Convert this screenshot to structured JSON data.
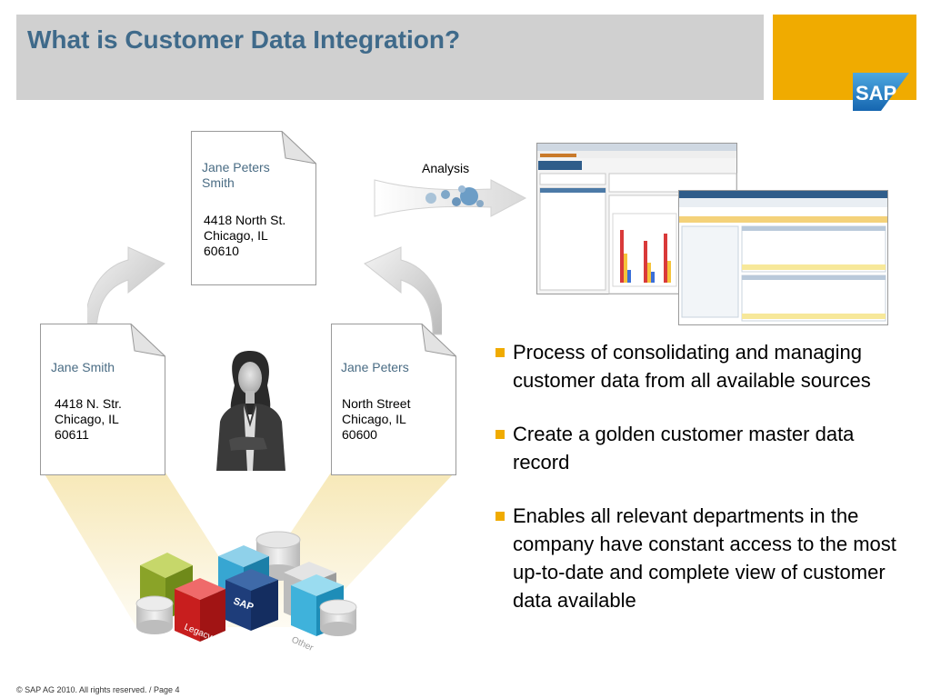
{
  "header": {
    "title": "What is Customer Data Integration?",
    "logo_text": "SAP"
  },
  "documents": {
    "golden": {
      "name": "Jane Peters Smith",
      "address": [
        "4418 North St.",
        "Chicago, IL",
        "60610"
      ]
    },
    "left": {
      "name": "Jane Smith",
      "address": [
        "4418 N. Str.",
        "Chicago, IL",
        "60611"
      ]
    },
    "right": {
      "name": "Jane Peters",
      "address": [
        "North Street",
        "Chicago, IL",
        "60600"
      ]
    }
  },
  "analysis_label": "Analysis",
  "source_labels": {
    "legacy": "Legacy",
    "sap": "SAP",
    "other": "Other"
  },
  "bullets": [
    "Process of consolidating and managing customer data from all available sources",
    "Create a golden customer master data record",
    "Enables all relevant departments in the company have constant access to the most up-to-date and complete view of customer data available"
  ],
  "footer": "© SAP AG 2010. All rights reserved. / Page 4",
  "colors": {
    "title": "#3f6a8a",
    "accent": "#f0ab00",
    "header_bg": "#d0d0d0"
  }
}
